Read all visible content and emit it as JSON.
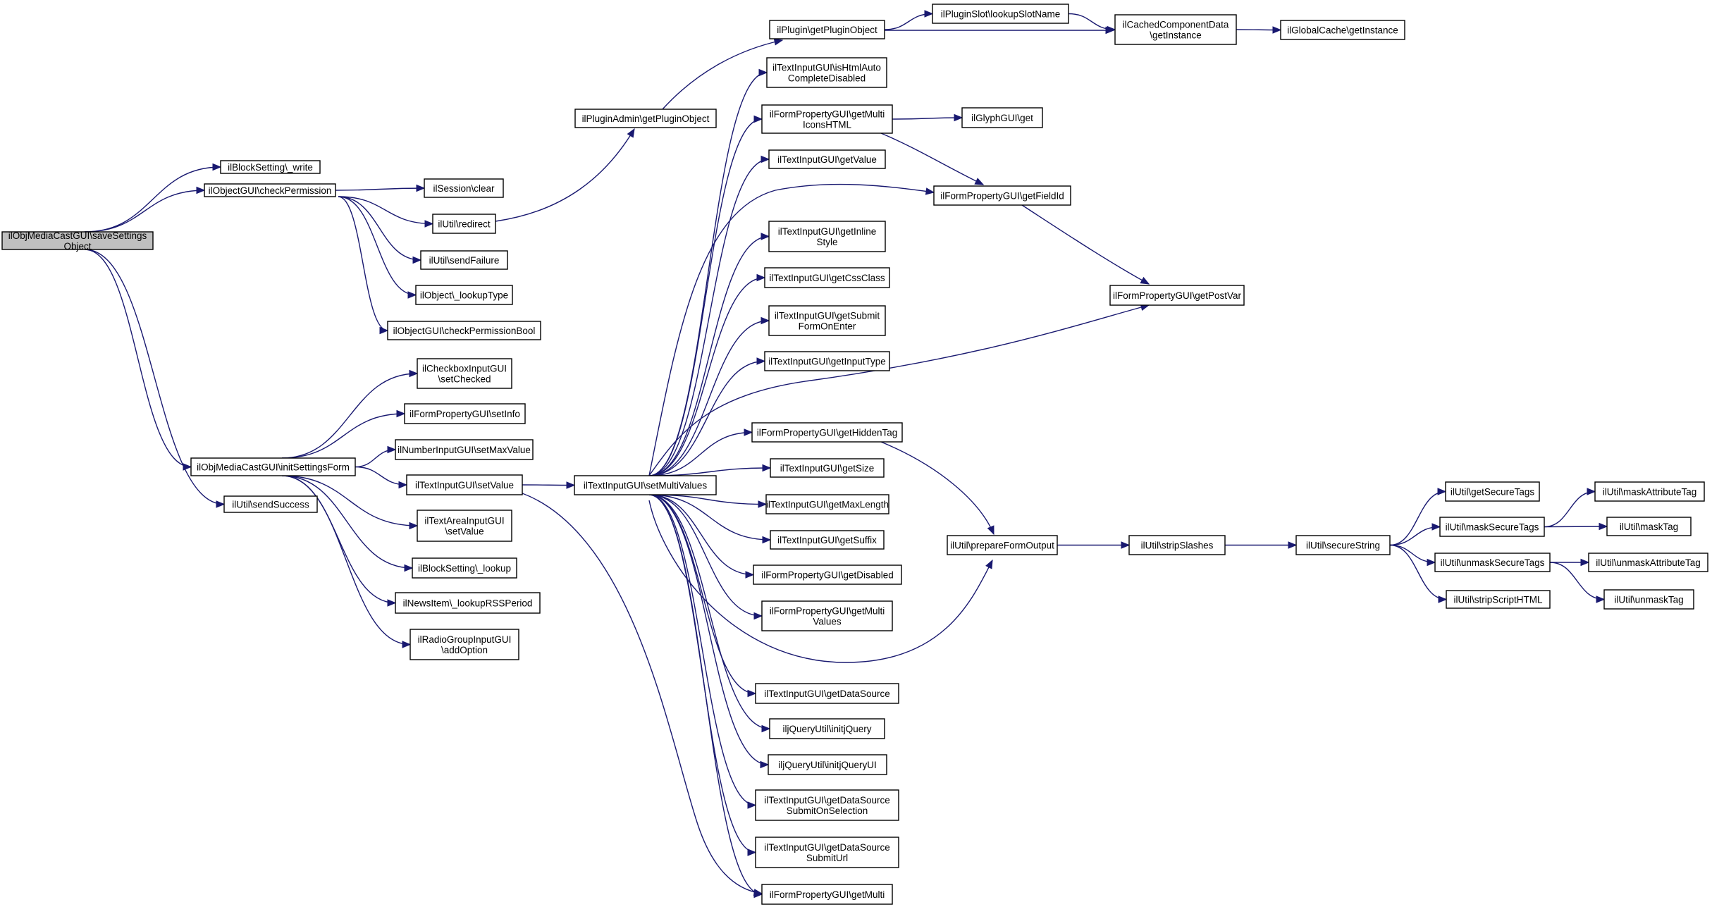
{
  "graph": {
    "colors": {
      "edge": "#191970",
      "node_border": "#000000",
      "node_fill": "#ffffff",
      "root_fill": "#bfbfbf",
      "text": "#000000"
    },
    "nodes": [
      {
        "id": "root",
        "lines": [
          "ilObjMediaCastGUI\\saveSettings",
          "Object"
        ],
        "root": true
      },
      {
        "id": "bs_write",
        "lines": [
          "ilBlockSetting\\_write"
        ]
      },
      {
        "id": "checkPermission",
        "lines": [
          "ilObjectGUI\\checkPermission"
        ]
      },
      {
        "id": "initSettingsForm",
        "lines": [
          "ilObjMediaCastGUI\\initSettingsForm"
        ]
      },
      {
        "id": "sendSuccess",
        "lines": [
          "ilUtil\\sendSuccess"
        ]
      },
      {
        "id": "sessionClear",
        "lines": [
          "ilSession\\clear"
        ]
      },
      {
        "id": "redirect",
        "lines": [
          "ilUtil\\redirect"
        ]
      },
      {
        "id": "sendFailure",
        "lines": [
          "ilUtil\\sendFailure"
        ]
      },
      {
        "id": "lookupType",
        "lines": [
          "ilObject\\_lookupType"
        ]
      },
      {
        "id": "checkPermBool",
        "lines": [
          "ilObjectGUI\\checkPermissionBool"
        ]
      },
      {
        "id": "cbSetChecked",
        "lines": [
          "ilCheckboxInputGUI",
          "\\setChecked"
        ]
      },
      {
        "id": "setInfo",
        "lines": [
          "ilFormPropertyGUI\\setInfo"
        ]
      },
      {
        "id": "setMaxValue",
        "lines": [
          "ilNumberInputGUI\\setMaxValue"
        ]
      },
      {
        "id": "tiSetValue",
        "lines": [
          "ilTextInputGUI\\setValue"
        ]
      },
      {
        "id": "taSetValue",
        "lines": [
          "ilTextAreaInputGUI",
          "\\setValue"
        ]
      },
      {
        "id": "bsLookup",
        "lines": [
          "ilBlockSetting\\_lookup"
        ]
      },
      {
        "id": "rssPeriod",
        "lines": [
          "ilNewsItem\\_lookupRSSPeriod"
        ]
      },
      {
        "id": "addOption",
        "lines": [
          "ilRadioGroupInputGUI",
          "\\addOption"
        ]
      },
      {
        "id": "pluginAdmin",
        "lines": [
          "ilPluginAdmin\\getPluginObject"
        ]
      },
      {
        "id": "setMultiValues",
        "lines": [
          "ilTextInputGUI\\setMultiValues"
        ]
      },
      {
        "id": "pluginGetObj",
        "lines": [
          "ilPlugin\\getPluginObject"
        ]
      },
      {
        "id": "isHtmlAuto",
        "lines": [
          "ilTextInputGUI\\isHtmlAuto",
          "CompleteDisabled"
        ]
      },
      {
        "id": "multiIcons",
        "lines": [
          "ilFormPropertyGUI\\getMulti",
          "IconsHTML"
        ]
      },
      {
        "id": "getValue",
        "lines": [
          "ilTextInputGUI\\getValue"
        ]
      },
      {
        "id": "inlineStyle",
        "lines": [
          "ilTextInputGUI\\getInline",
          "Style"
        ]
      },
      {
        "id": "cssClass",
        "lines": [
          "ilTextInputGUI\\getCssClass"
        ]
      },
      {
        "id": "submitEnter",
        "lines": [
          "ilTextInputGUI\\getSubmit",
          "FormOnEnter"
        ]
      },
      {
        "id": "inputType",
        "lines": [
          "ilTextInputGUI\\getInputType"
        ]
      },
      {
        "id": "hiddenTag",
        "lines": [
          "ilFormPropertyGUI\\getHiddenTag"
        ]
      },
      {
        "id": "getSize",
        "lines": [
          "ilTextInputGUI\\getSize"
        ]
      },
      {
        "id": "maxLength",
        "lines": [
          "ilTextInputGUI\\getMaxLength"
        ]
      },
      {
        "id": "getSuffix",
        "lines": [
          "ilTextInputGUI\\getSuffix"
        ]
      },
      {
        "id": "getDisabled",
        "lines": [
          "ilFormPropertyGUI\\getDisabled"
        ]
      },
      {
        "id": "multiValues",
        "lines": [
          "ilFormPropertyGUI\\getMulti",
          "Values"
        ]
      },
      {
        "id": "dataSource",
        "lines": [
          "ilTextInputGUI\\getDataSource"
        ]
      },
      {
        "id": "initJQuery",
        "lines": [
          "iljQueryUtil\\initjQuery"
        ]
      },
      {
        "id": "initJQueryUI",
        "lines": [
          "iljQueryUtil\\initjQueryUI"
        ]
      },
      {
        "id": "dsSubmitSel",
        "lines": [
          "ilTextInputGUI\\getDataSource",
          "SubmitOnSelection"
        ]
      },
      {
        "id": "dsSubmitUrl",
        "lines": [
          "ilTextInputGUI\\getDataSource",
          "SubmitUrl"
        ]
      },
      {
        "id": "getMulti",
        "lines": [
          "ilFormPropertyGUI\\getMulti"
        ]
      },
      {
        "id": "lookupSlot",
        "lines": [
          "ilPluginSlot\\lookupSlotName"
        ]
      },
      {
        "id": "cachedInst",
        "lines": [
          "ilCachedComponentData",
          "\\getInstance"
        ]
      },
      {
        "id": "globalCache",
        "lines": [
          "ilGlobalCache\\getInstance"
        ]
      },
      {
        "id": "glyphGet",
        "lines": [
          "ilGlyphGUI\\get"
        ]
      },
      {
        "id": "fieldId",
        "lines": [
          "ilFormPropertyGUI\\getFieldId"
        ]
      },
      {
        "id": "postVar",
        "lines": [
          "ilFormPropertyGUI\\getPostVar"
        ]
      },
      {
        "id": "prepareForm",
        "lines": [
          "ilUtil\\prepareFormOutput"
        ]
      },
      {
        "id": "stripSlashes",
        "lines": [
          "ilUtil\\stripSlashes"
        ]
      },
      {
        "id": "secureString",
        "lines": [
          "ilUtil\\secureString"
        ]
      },
      {
        "id": "getSecureTags",
        "lines": [
          "ilUtil\\getSecureTags"
        ]
      },
      {
        "id": "maskSecureTags",
        "lines": [
          "ilUtil\\maskSecureTags"
        ]
      },
      {
        "id": "unmaskSecureTags",
        "lines": [
          "ilUtil\\unmaskSecureTags"
        ]
      },
      {
        "id": "stripScript",
        "lines": [
          "ilUtil\\stripScriptHTML"
        ]
      },
      {
        "id": "maskAttr",
        "lines": [
          "ilUtil\\maskAttributeTag"
        ]
      },
      {
        "id": "maskTag",
        "lines": [
          "ilUtil\\maskTag"
        ]
      },
      {
        "id": "unmaskAttr",
        "lines": [
          "ilUtil\\unmaskAttributeTag"
        ]
      },
      {
        "id": "unmaskTag",
        "lines": [
          "ilUtil\\unmaskTag"
        ]
      }
    ],
    "edges": [
      [
        "root",
        "bs_write"
      ],
      [
        "root",
        "checkPermission"
      ],
      [
        "root",
        "initSettingsForm"
      ],
      [
        "root",
        "sendSuccess"
      ],
      [
        "checkPermission",
        "sessionClear"
      ],
      [
        "checkPermission",
        "redirect"
      ],
      [
        "checkPermission",
        "sendFailure"
      ],
      [
        "checkPermission",
        "lookupType"
      ],
      [
        "checkPermission",
        "checkPermBool"
      ],
      [
        "redirect",
        "pluginAdmin"
      ],
      [
        "pluginAdmin",
        "pluginGetObj"
      ],
      [
        "pluginGetObj",
        "lookupSlot"
      ],
      [
        "pluginGetObj",
        "cachedInst"
      ],
      [
        "lookupSlot",
        "cachedInst"
      ],
      [
        "cachedInst",
        "globalCache"
      ],
      [
        "initSettingsForm",
        "cbSetChecked"
      ],
      [
        "initSettingsForm",
        "setInfo"
      ],
      [
        "initSettingsForm",
        "setMaxValue"
      ],
      [
        "initSettingsForm",
        "tiSetValue"
      ],
      [
        "initSettingsForm",
        "taSetValue"
      ],
      [
        "initSettingsForm",
        "bsLookup"
      ],
      [
        "initSettingsForm",
        "rssPeriod"
      ],
      [
        "initSettingsForm",
        "addOption"
      ],
      [
        "tiSetValue",
        "setMultiValues"
      ],
      [
        "tiSetValue",
        "getMulti"
      ],
      [
        "setMultiValues",
        "isHtmlAuto"
      ],
      [
        "setMultiValues",
        "multiIcons"
      ],
      [
        "setMultiValues",
        "getValue"
      ],
      [
        "setMultiValues",
        "fieldId"
      ],
      [
        "setMultiValues",
        "inlineStyle"
      ],
      [
        "setMultiValues",
        "cssClass"
      ],
      [
        "setMultiValues",
        "submitEnter"
      ],
      [
        "setMultiValues",
        "inputType"
      ],
      [
        "setMultiValues",
        "postVar"
      ],
      [
        "setMultiValues",
        "hiddenTag"
      ],
      [
        "setMultiValues",
        "getSize"
      ],
      [
        "setMultiValues",
        "maxLength"
      ],
      [
        "setMultiValues",
        "getSuffix"
      ],
      [
        "setMultiValues",
        "getDisabled"
      ],
      [
        "setMultiValues",
        "multiValues"
      ],
      [
        "setMultiValues",
        "prepareForm"
      ],
      [
        "setMultiValues",
        "dataSource"
      ],
      [
        "setMultiValues",
        "initJQuery"
      ],
      [
        "setMultiValues",
        "initJQueryUI"
      ],
      [
        "setMultiValues",
        "dsSubmitSel"
      ],
      [
        "setMultiValues",
        "dsSubmitUrl"
      ],
      [
        "setMultiValues",
        "getMulti"
      ],
      [
        "multiIcons",
        "glyphGet"
      ],
      [
        "multiIcons",
        "fieldId"
      ],
      [
        "fieldId",
        "postVar"
      ],
      [
        "hiddenTag",
        "prepareForm"
      ],
      [
        "prepareForm",
        "stripSlashes"
      ],
      [
        "stripSlashes",
        "secureString"
      ],
      [
        "secureString",
        "getSecureTags"
      ],
      [
        "secureString",
        "maskSecureTags"
      ],
      [
        "secureString",
        "unmaskSecureTags"
      ],
      [
        "secureString",
        "stripScript"
      ],
      [
        "maskSecureTags",
        "maskAttr"
      ],
      [
        "maskSecureTags",
        "maskTag"
      ],
      [
        "unmaskSecureTags",
        "unmaskAttr"
      ],
      [
        "unmaskSecureTags",
        "unmaskTag"
      ]
    ]
  }
}
